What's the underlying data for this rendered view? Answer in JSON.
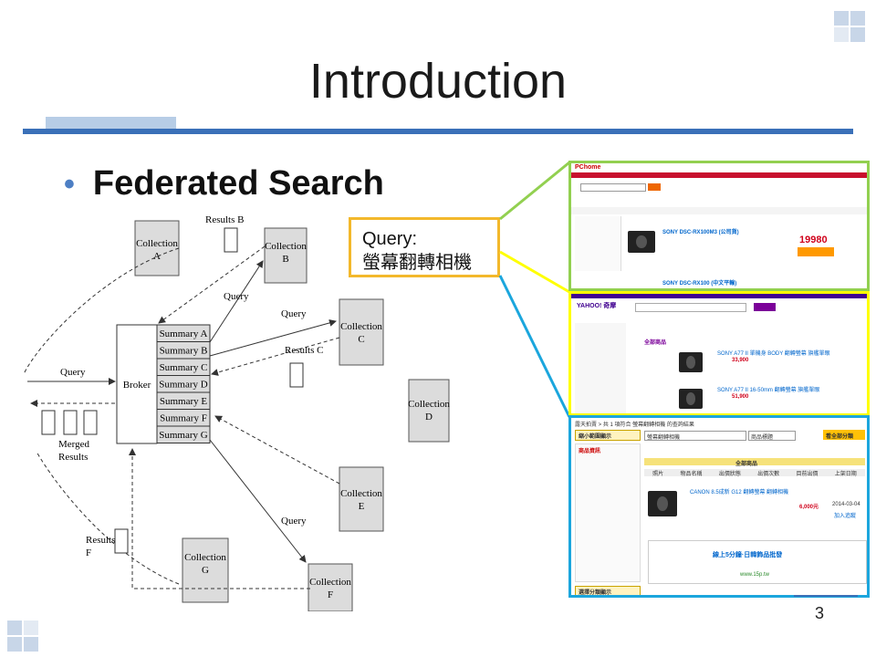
{
  "slide": {
    "title": "Introduction",
    "bullet": "Federated Search",
    "page_number": "3"
  },
  "query_box": {
    "label": "Query:",
    "text": "螢幕翻轉相機"
  },
  "diagram": {
    "broker": "Broker",
    "summaries": [
      "Summary A",
      "Summary B",
      "Summary C",
      "Summary D",
      "Summary E",
      "Summary F",
      "Summary G"
    ],
    "collections": {
      "a": [
        "Collection",
        "A"
      ],
      "b": [
        "Collection",
        "B"
      ],
      "c": [
        "Collection",
        "C"
      ],
      "d": [
        "Collection",
        "D"
      ],
      "e": [
        "Collection",
        "E"
      ],
      "f": [
        "Collection",
        "F"
      ],
      "g": [
        "Collection",
        "G"
      ]
    },
    "labels": {
      "results_b": "Results B",
      "results_c": "Results C",
      "results_f": [
        "Results",
        "F"
      ],
      "query": "Query",
      "merged_results": [
        "Merged",
        "Results"
      ]
    }
  },
  "screenshots": {
    "pchome": {
      "brand": "PChome",
      "product1": "SONY DSC-RX100M3 (公司貨)",
      "price1": "19980",
      "product2": "SONY DSC-RX100 (中文平輸)"
    },
    "yahoo": {
      "brand": "YAHOO! 奇摩",
      "tab_all": "全部商品",
      "item1": "SONY A77 II 單機身 BODY 翻轉螢幕 旗艦單眼",
      "price1": "33,900",
      "item2": "SONY A77 II 16-50mm 翻轉螢幕 旗艦單眼",
      "price2": "51,900"
    },
    "ruten": {
      "header": "露天拍賣 > 共 1 項符合 螢幕翻轉相機 的查詢結果",
      "search_value": "螢幕翻轉相機",
      "scope_value": "商品標題",
      "button": "看全部分類",
      "left_title": "縮小範圍顯示",
      "filter_title": "商品資訊",
      "result_tab": "全部商品",
      "columns": [
        "照片",
        "物品名稱",
        "出價狀態",
        "出價次數",
        "目前出價",
        "上架日期"
      ],
      "item_title": "CANON 8.5成新 G12 翻轉螢幕 翻轉相機",
      "item_price": "6,000元",
      "item_date": "2014-03-04",
      "item_action": "加入追蹤",
      "ad_title": "線上5分鐘·日韓飾品批發",
      "ad_url": "www.15p.tw",
      "bottom": "選擇分類顯示"
    }
  },
  "colors": {
    "title_rule": "#3a70b8",
    "accent_left": "#b7cde6",
    "query_border": "#f3b82b",
    "pchome_border": "#92d050",
    "yahoo_border": "#ffff00",
    "ruten_border": "#1ba6dd"
  }
}
